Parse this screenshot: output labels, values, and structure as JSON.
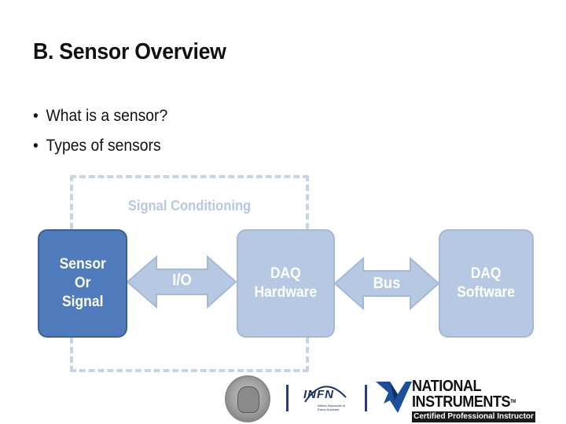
{
  "slide": {
    "title": "B. Sensor Overview",
    "bullets": [
      "What is a sensor?",
      "Types of sensors"
    ]
  },
  "diagram": {
    "signal_conditioning_label": "Signal Conditioning",
    "blocks": {
      "sensor": [
        "Sensor",
        "Or",
        "Signal"
      ],
      "daq_hardware": [
        "DAQ",
        "Hardware"
      ],
      "daq_software": [
        "DAQ",
        "Software"
      ]
    },
    "arrows": {
      "io": "I/O",
      "bus": "Bus"
    },
    "colors": {
      "sensor_fill": "#4f7bbd",
      "block_fill": "#b7c8e3",
      "frame": "#c7d3e6"
    }
  },
  "footer": {
    "infn": "INFN",
    "infn_sub": "Istituto Nazionale di Fisica Nucleare",
    "ni_name_line1": "NATIONAL",
    "ni_name_line2": "INSTRUMENTS",
    "ni_tm": "TM",
    "ni_cert": "Certified Professional Instructor",
    "icons": [
      "university-seal-icon",
      "infn-logo-icon",
      "ni-eagle-logo-icon"
    ]
  }
}
